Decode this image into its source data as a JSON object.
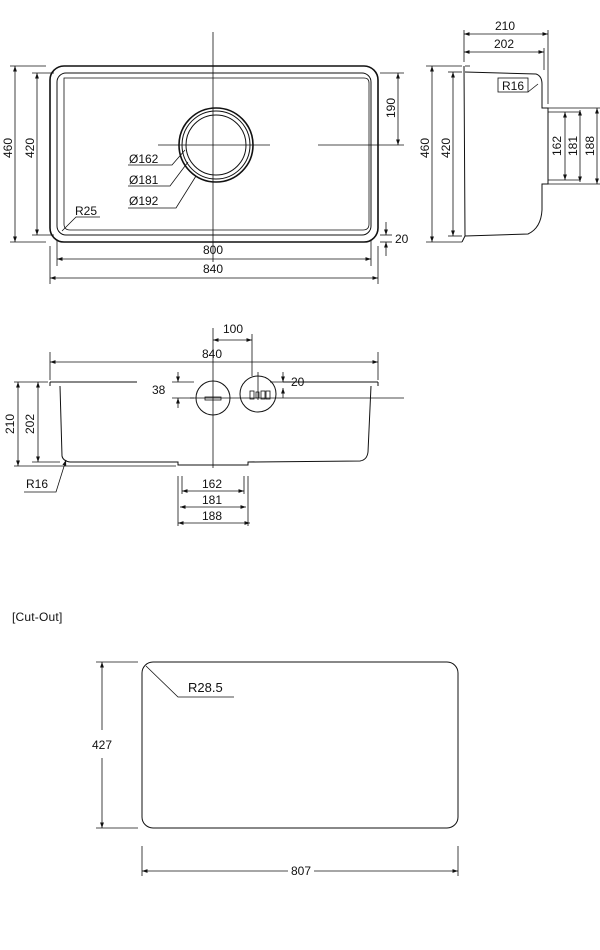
{
  "top_view": {
    "dim_outer_width": "840",
    "dim_inner_width": "800",
    "dim_outer_height": "460",
    "dim_inner_height": "420",
    "dim_drain_offset": "190",
    "dim_flange": "20",
    "drain_d1": "Ø162",
    "drain_d2": "Ø181",
    "drain_d3": "Ø192",
    "corner_radius": "R25"
  },
  "side_view": {
    "dim_total_depth": "210",
    "dim_bowl_depth": "202",
    "corner_radius": "R16",
    "dim_outer_height": "460",
    "dim_inner_height": "420",
    "dim_drain_a": "162",
    "dim_drain_b": "181",
    "dim_drain_c": "188"
  },
  "front_view": {
    "dim_overflow_offset": "100",
    "dim_width": "840",
    "dim_drain_depth": "38",
    "dim_overflow_height": "20",
    "dim_total_depth": "210",
    "dim_bowl_depth": "202",
    "corner_radius": "R16",
    "dim_drain_a": "162",
    "dim_drain_b": "181",
    "dim_drain_c": "188"
  },
  "cutout": {
    "title": "[Cut-Out]",
    "corner_radius": "R28.5",
    "height": "427",
    "width": "807"
  }
}
